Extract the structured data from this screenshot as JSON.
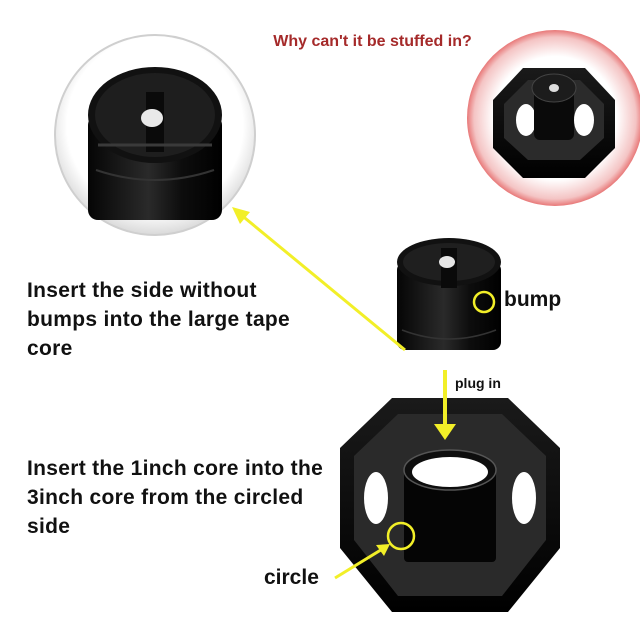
{
  "question": "Why can't it be stuffed in?",
  "instructions": {
    "step1": "Insert the side without bumps into the large tape core",
    "step2": "Insert the 1inch core into the 3inch core from the circled side"
  },
  "labels": {
    "bump": "bump",
    "plug_in": "plug in",
    "circle": "circle"
  },
  "colors": {
    "question_text": "#a52a2a",
    "arrow": "#f2ef28",
    "highlight_glow": "#e87878",
    "product": "#111111"
  },
  "icons": [
    "magnifier-circle",
    "arrow",
    "highlight-circle"
  ]
}
